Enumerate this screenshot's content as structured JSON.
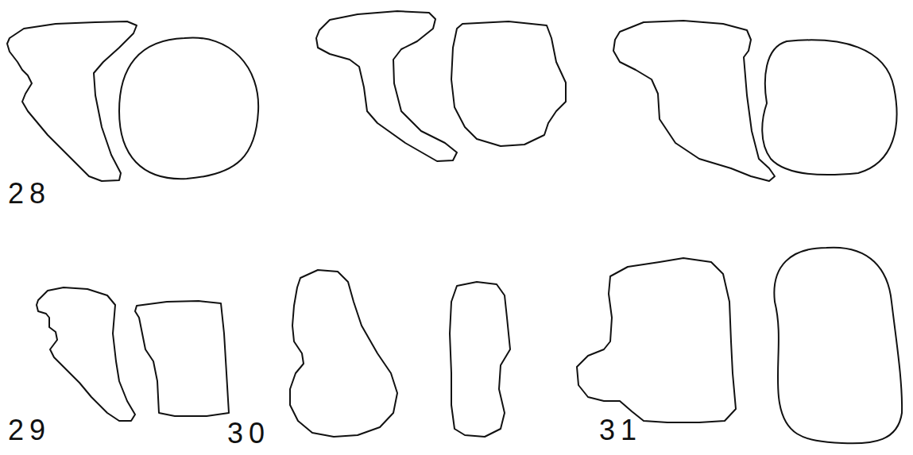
{
  "diagram": {
    "labels": [
      "28",
      "29",
      "30",
      "31"
    ]
  }
}
